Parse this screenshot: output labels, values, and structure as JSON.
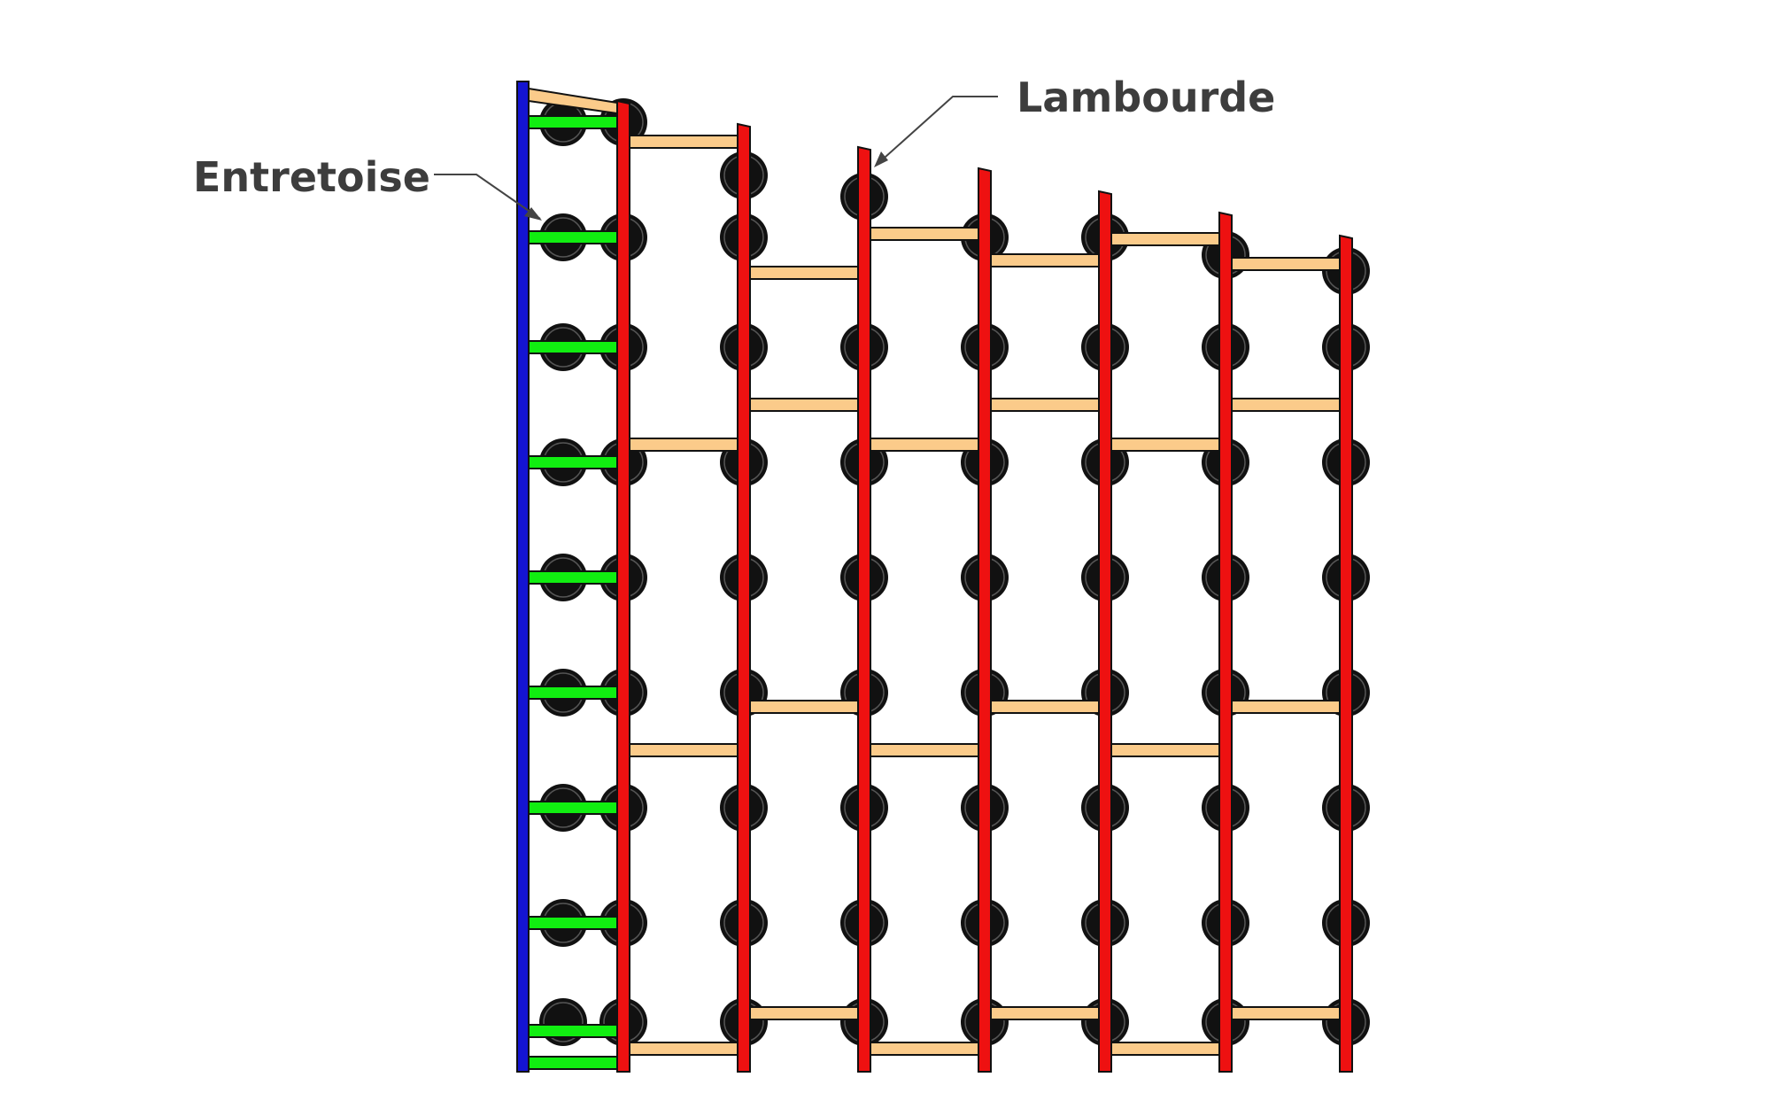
{
  "labels": {
    "entretoise": "Entretoise",
    "lambourde": "Lambourde"
  },
  "colors": {
    "background": "#ffffff",
    "post_first": "#1414d2",
    "post": "#ee1111",
    "entretoise": "#11ee11",
    "lambourde": "#fbcb8a",
    "bottle": "#111111",
    "outline": "#111111",
    "text": "#3d3d3d"
  },
  "structure": {
    "post_count": 8,
    "bottles_per_column": 9,
    "entretoise_count": 10
  }
}
